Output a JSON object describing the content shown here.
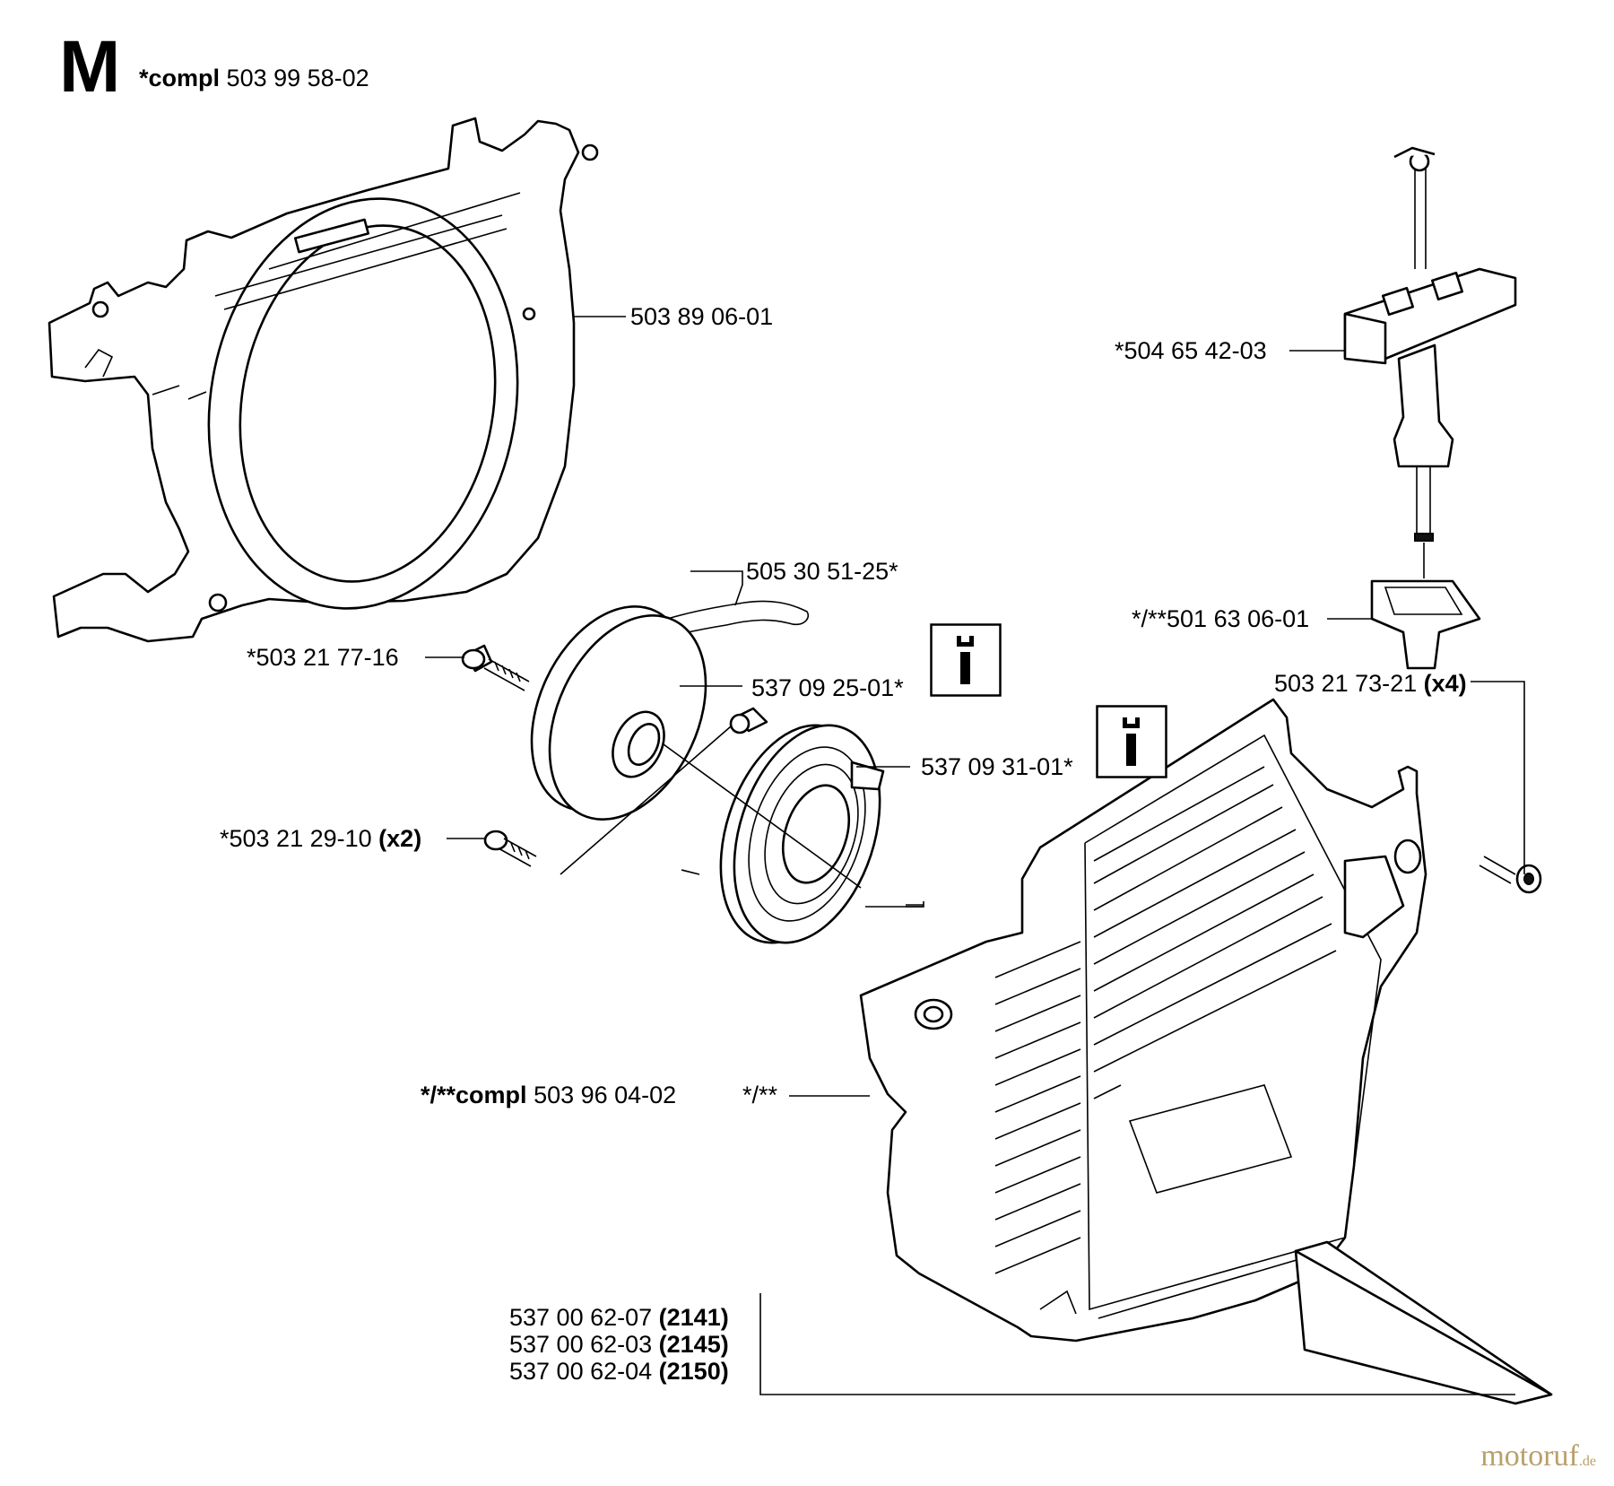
{
  "section": {
    "letter": "M",
    "compl_prefix": "*compl",
    "compl_number": "503 99 58-02"
  },
  "parts": {
    "housing": "503 89 06-01",
    "handle": "*504 65 42-03",
    "rope": "505 30 51-25*",
    "grommet": "*/**501 63 06-01",
    "screw_pulley": "*503 21 77-16",
    "pulley": "537 09 25-01*",
    "screw_x4_number": "503 21 73-21",
    "screw_x4_qty": "(x4)",
    "spring": "537 09 31-01*",
    "screw_x2_number": "*503 21 29-10",
    "screw_x2_qty": "(x2)",
    "cover_compl_prefix": "*/**compl",
    "cover_compl_number": "503 96 04-02",
    "cover_mark": "*/**",
    "decals": [
      {
        "number": "537 00 62-07",
        "model": "(2141)"
      },
      {
        "number": "537 00 62-03",
        "model": "(2145)"
      },
      {
        "number": "537 00 62-04",
        "model": "(2150)"
      }
    ]
  },
  "tool_icon": "wrench-info-icon",
  "watermark": {
    "text": "motoruf",
    "suffix": ".de"
  }
}
